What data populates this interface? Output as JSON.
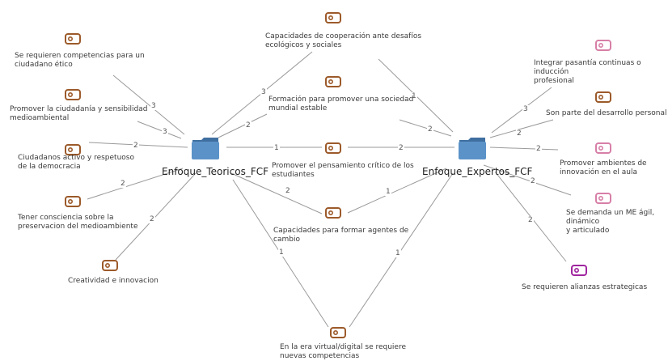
{
  "colors": {
    "code_brown": "#9c5a2a",
    "code_pink": "#d77fa7",
    "code_purple": "#a0269f",
    "edge": "#9a9a9a",
    "folder": "#5b93c8"
  },
  "hubs": {
    "teoricos": {
      "label": "Enfoque_Teoricos_FCF",
      "icon": "folder-icon"
    },
    "expertos": {
      "label": "Enfoque_Expertos_FCF",
      "icon": "folder-icon"
    }
  },
  "codes": [
    {
      "id": "etico",
      "label": "Se requieren competencias para un\nciudadano ético",
      "color": "brown"
    },
    {
      "id": "ambiental",
      "label": "Promover la ciudadanía y sensibilidad\nmedioambiental",
      "color": "brown"
    },
    {
      "id": "democracia",
      "label": "Ciudadanos activo y respetuoso\nde la democracia",
      "color": "brown"
    },
    {
      "id": "preservacion",
      "label": "Tener consciencia sobre la\npreservacion del medioambiente",
      "color": "brown"
    },
    {
      "id": "creatividad",
      "label": "Creatividad e innovacion",
      "color": "brown"
    },
    {
      "id": "cooperacion",
      "label": "Capacidades de cooperación ante desafíos\necológicos y sociales",
      "color": "brown"
    },
    {
      "id": "formacion",
      "label": "Formación para promover una sociedad\nmundial estable",
      "color": "brown"
    },
    {
      "id": "critico",
      "label": "Promover el pensamiento crítico de los\nestudiantes",
      "color": "brown"
    },
    {
      "id": "agentes",
      "label": "Capacidades para formar agentes de\ncambio",
      "color": "brown"
    },
    {
      "id": "virtual",
      "label": "En la era virtual/digital se requiere\nnuevas competencias",
      "color": "brown"
    },
    {
      "id": "pasantia",
      "label": "Integrar pasantía continuas o inducción\nprofesional",
      "color": "pink"
    },
    {
      "id": "personal",
      "label": "Son parte del desarrollo personal",
      "color": "brown"
    },
    {
      "id": "ambientes",
      "label": "Promover ambientes de\ninnovación en el aula",
      "color": "pink"
    },
    {
      "id": "agil",
      "label": "Se demanda un ME ágil, dinámico\ny articulado",
      "color": "pink"
    },
    {
      "id": "alianzas",
      "label": "Se requieren alianzas estrategicas",
      "color": "purple"
    }
  ],
  "edges": [
    {
      "from": "teoricos",
      "to": "etico",
      "weight": "3"
    },
    {
      "from": "teoricos",
      "to": "ambiental",
      "weight": "3"
    },
    {
      "from": "teoricos",
      "to": "democracia",
      "weight": "2"
    },
    {
      "from": "teoricos",
      "to": "preservacion",
      "weight": "2"
    },
    {
      "from": "teoricos",
      "to": "creatividad",
      "weight": "2"
    },
    {
      "from": "teoricos",
      "to": "cooperacion",
      "weight": "3"
    },
    {
      "from": "teoricos",
      "to": "formacion",
      "weight": "2"
    },
    {
      "from": "teoricos",
      "to": "critico",
      "weight": "1"
    },
    {
      "from": "teoricos",
      "to": "agentes",
      "weight": "2"
    },
    {
      "from": "teoricos",
      "to": "virtual",
      "weight": "1"
    },
    {
      "from": "expertos",
      "to": "cooperacion",
      "weight": "1"
    },
    {
      "from": "expertos",
      "to": "formacion",
      "weight": "2"
    },
    {
      "from": "expertos",
      "to": "critico",
      "weight": "2"
    },
    {
      "from": "expertos",
      "to": "agentes",
      "weight": "1"
    },
    {
      "from": "expertos",
      "to": "virtual",
      "weight": "1"
    },
    {
      "from": "expertos",
      "to": "pasantia",
      "weight": "3"
    },
    {
      "from": "expertos",
      "to": "personal",
      "weight": "2"
    },
    {
      "from": "expertos",
      "to": "ambientes",
      "weight": "2"
    },
    {
      "from": "expertos",
      "to": "agil",
      "weight": "2"
    },
    {
      "from": "expertos",
      "to": "alianzas",
      "weight": "2"
    }
  ]
}
